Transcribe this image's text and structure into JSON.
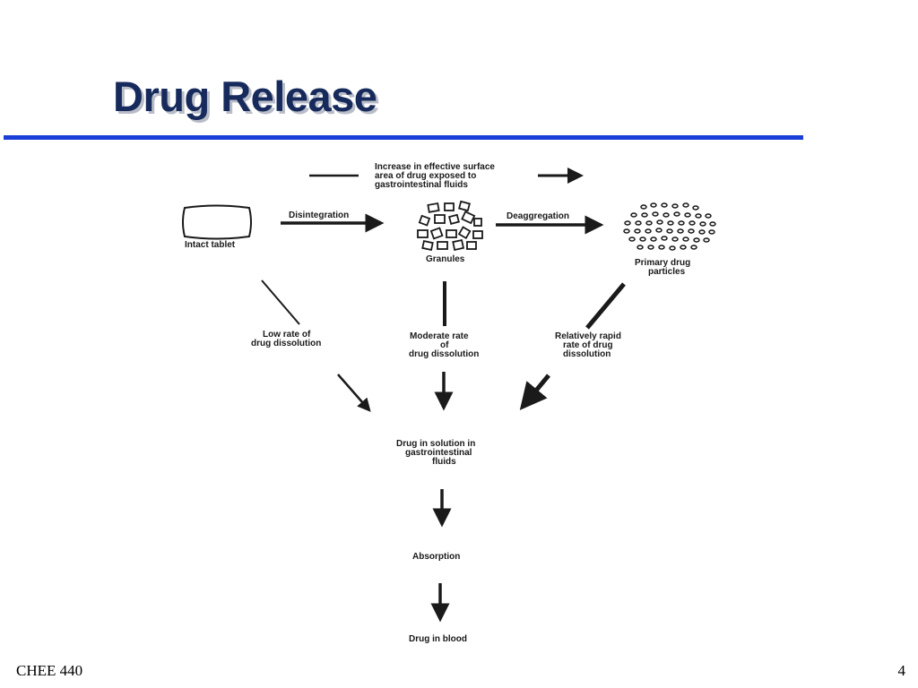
{
  "slide": {
    "title": "Drug Release",
    "footer_left": "CHEE 440",
    "page_number": "4"
  },
  "diagram": {
    "header_line1": "Increase in effective surface",
    "header_line2": "area of drug exposed to",
    "header_line3": "gastrointestinal fluids",
    "tablet_label": "Intact tablet",
    "disintegration_label": "Disintegration",
    "granules_label": "Granules",
    "deaggregation_label": "Deaggregation",
    "particles_line1": "Primary drug",
    "particles_line2": "particles",
    "low_line1": "Low rate of",
    "low_line2": "drug dissolution",
    "moderate_line1": "Moderate rate",
    "moderate_line2": "of",
    "moderate_line3": "drug dissolution",
    "rapid_line1": "Relatively rapid",
    "rapid_line2": "rate of drug",
    "rapid_line3": "dissolution",
    "solution_line1": "Drug in solution in",
    "solution_line2": "gastrointestinal",
    "solution_line3": "fluids",
    "absorption_label": "Absorption",
    "blood_label": "Drug in blood"
  },
  "colors": {
    "title": "#172a5c",
    "rule": "#1a3fd6",
    "diagram_ink": "#1a1a1a"
  }
}
